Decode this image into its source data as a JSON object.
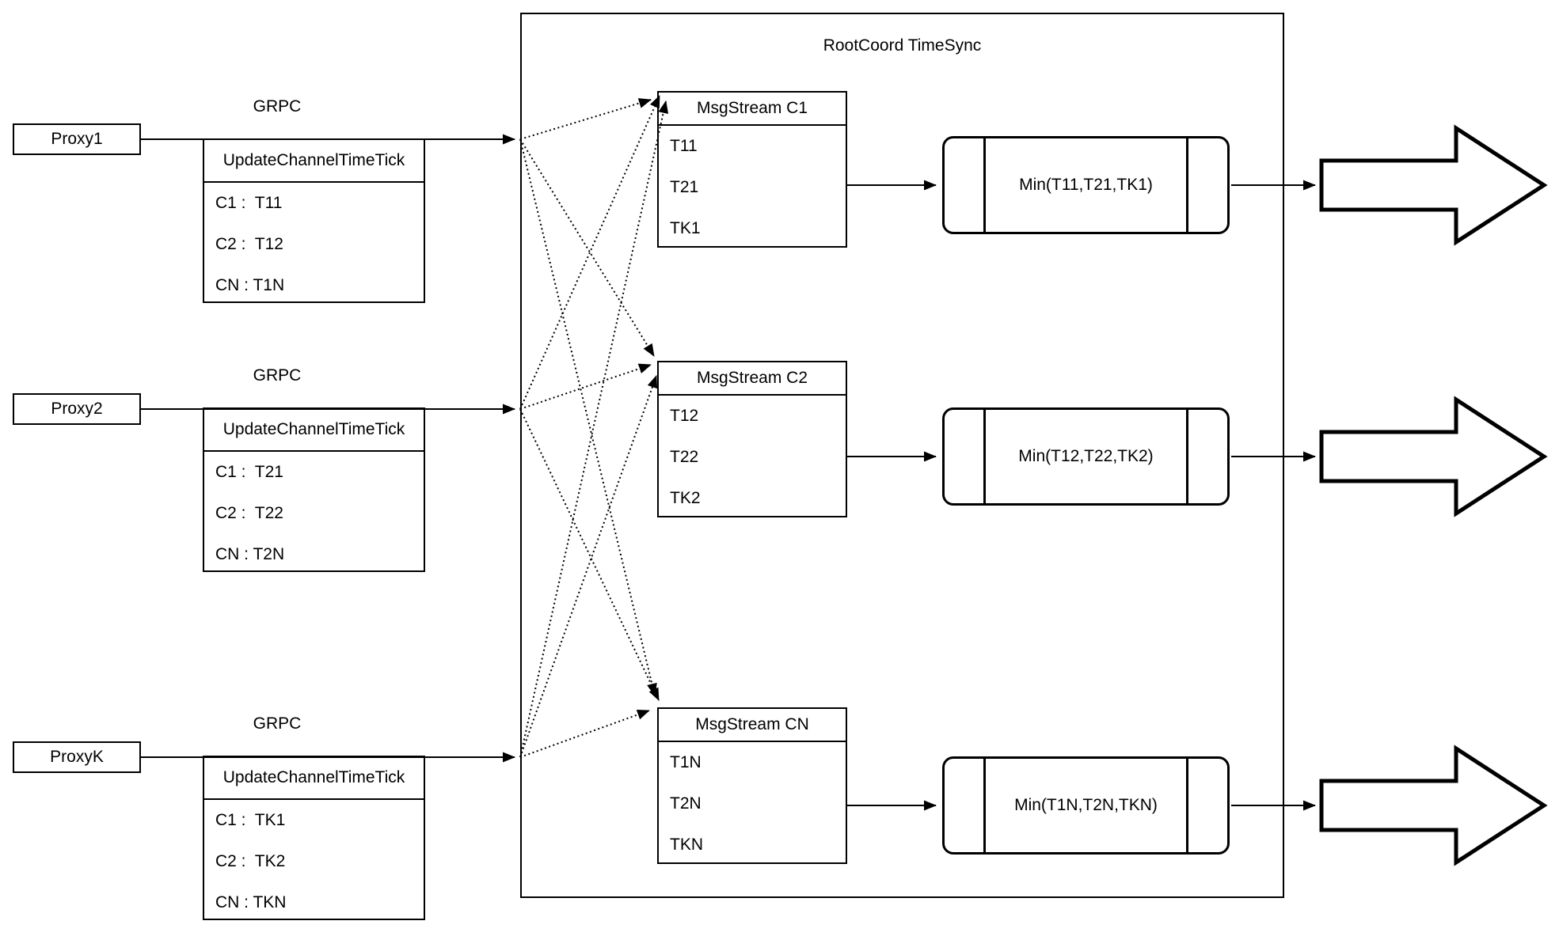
{
  "title": "RootCoord TimeSync",
  "grpc_label": "GRPC",
  "proxies": [
    {
      "name": "Proxy1",
      "table_header": "UpdateChannelTimeTick",
      "rows": [
        "C1 :  T11",
        "C2 :  T12",
        "CN : T1N"
      ]
    },
    {
      "name": "Proxy2",
      "table_header": "UpdateChannelTimeTick",
      "rows": [
        "C1 :  T21",
        "C2 :  T22",
        "CN : T2N"
      ]
    },
    {
      "name": "ProxyK",
      "table_header": "UpdateChannelTimeTick",
      "rows": [
        "C1 :  TK1",
        "C2 :  TK2",
        "CN : TKN"
      ]
    }
  ],
  "streams": [
    {
      "header": "MsgStream C1",
      "rows": [
        "T11",
        "T21",
        "TK1"
      ],
      "min_label": "Min(T11,T21,TK1)",
      "out_label": "MsgStream C1"
    },
    {
      "header": "MsgStream C2",
      "rows": [
        "T12",
        "T22",
        "TK2"
      ],
      "min_label": "Min(T12,T22,TK2)",
      "out_label": "MsgStream C2"
    },
    {
      "header": "MsgStream CN",
      "rows": [
        "T1N",
        "T2N",
        "TKN"
      ],
      "min_label": "Min(T1N,T2N,TKN)",
      "out_label": "MsgStream CN"
    }
  ],
  "colors": {
    "stroke": "#000000",
    "background": "#ffffff"
  }
}
